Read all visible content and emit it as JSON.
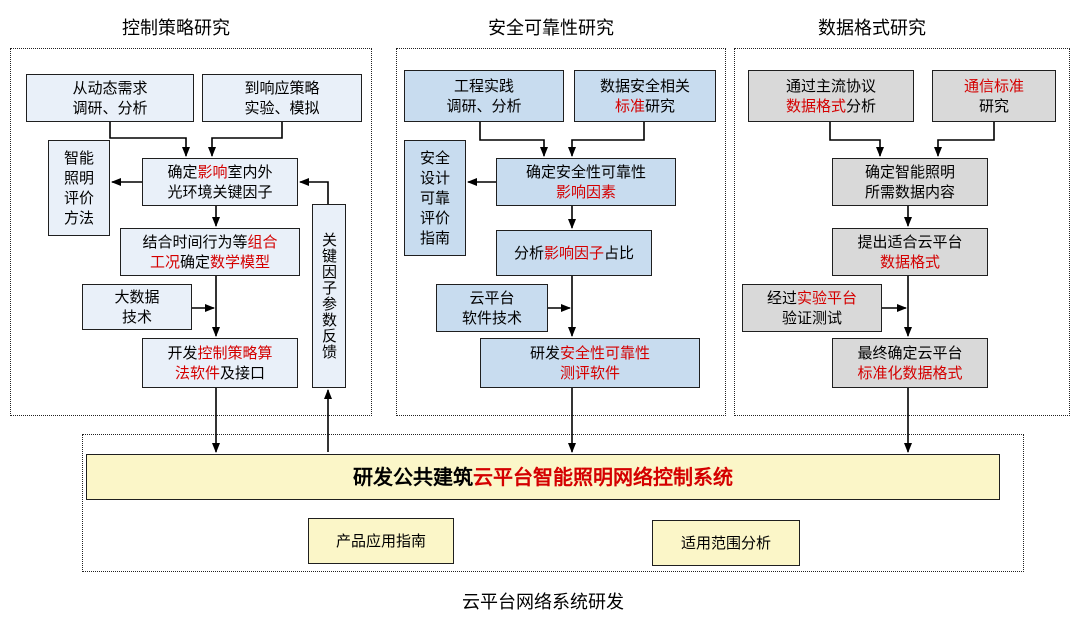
{
  "sections": {
    "control": "控制策略研究",
    "safety": "安全可靠性研究",
    "data": "数据格式研究"
  },
  "control": {
    "box_demand": [
      "从动态需求",
      "调研、分析"
    ],
    "box_strategy": [
      "到响应策略",
      "实验、模拟"
    ],
    "box_eval": [
      "智能",
      "照明",
      "评价",
      "方法"
    ],
    "box_factor": {
      "pre": "确定",
      "red": "影响",
      "post": "室内外",
      "line2": "光环境关键因子"
    },
    "box_model": {
      "l1_pre": "结合时间行为等",
      "l1_red": "组合",
      "l2_red": "工况",
      "l2_mid": "确定",
      "l2_red2": "数学模型"
    },
    "box_bigdata": [
      "大数据",
      "技术"
    ],
    "box_dev": {
      "l1_pre": "开发",
      "l1_red": "控制策略算",
      "l2_red": "法软件",
      "l2_post": "及接口"
    },
    "box_feedback": "关键因子参数反馈"
  },
  "safety": {
    "box_practice": [
      "工程实践",
      "调研、分析"
    ],
    "box_standard": {
      "line1": "数据安全相关",
      "red": "标准",
      "post": "研究"
    },
    "box_guide": [
      "安全",
      "设计",
      "可靠",
      "评价",
      "指南"
    ],
    "box_determine": {
      "line1": "确定安全性可靠性",
      "red": "影响因素"
    },
    "box_analyze": {
      "pre": "分析",
      "red": "影响因子",
      "post": "占比"
    },
    "box_cloud": [
      "云平台",
      "软件技术"
    ],
    "box_develop": {
      "pre": "研发",
      "red": "安全性可靠性",
      "red2": "测评软件"
    }
  },
  "data": {
    "box_protocol": {
      "line1": "通过主流协议",
      "red": "数据格式",
      "post": "分析"
    },
    "box_comm": {
      "red": "通信标准",
      "line2": "研究"
    },
    "box_content": [
      "确定智能照明",
      "所需数据内容"
    ],
    "box_format": {
      "line1": "提出适合云平台",
      "red": "数据格式"
    },
    "box_verify": {
      "pre": "经过",
      "red": "实验平台",
      "line2": "验证测试"
    },
    "box_final": {
      "line1": "最终确定云平台",
      "red": "标准化数据格式"
    }
  },
  "bottom": {
    "main_pre": "研发公共建筑",
    "main_red": "云平台智能照明网络控制系统",
    "guide": "产品应用指南",
    "scope": "适用范围分析",
    "caption": "云平台网络系统研发"
  },
  "colors": {
    "red": "#d40000",
    "light_blue": "#e9f0f9",
    "mid_blue": "#c8dcef",
    "gray": "#d9d9d9",
    "yellow": "#fbf6c8"
  }
}
